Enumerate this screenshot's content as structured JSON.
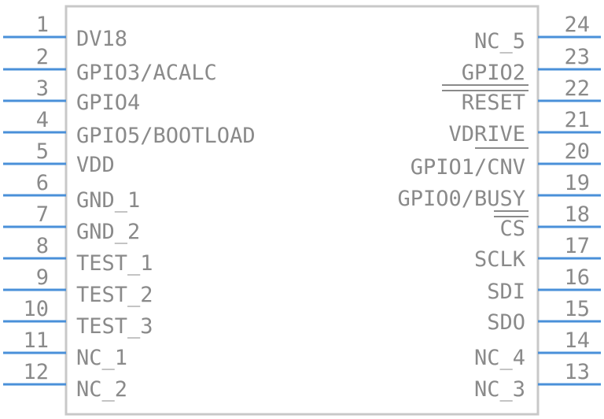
{
  "component": {
    "body_color": "#c8c8c8",
    "pin_color": "#4a90d9",
    "text_color": "#8a8a8a",
    "overbar_color": "#8a8a8a"
  },
  "left_pins": [
    {
      "number": "1",
      "label": "DV18"
    },
    {
      "number": "2",
      "label": "GPIO3/ACALC"
    },
    {
      "number": "3",
      "label": "GPIO4"
    },
    {
      "number": "4",
      "label": "GPIO5/BOOTLOAD"
    },
    {
      "number": "5",
      "label": "VDD"
    },
    {
      "number": "6",
      "label": "GND_1"
    },
    {
      "number": "7",
      "label": "GND_2"
    },
    {
      "number": "8",
      "label": "TEST_1"
    },
    {
      "number": "9",
      "label": "TEST_2"
    },
    {
      "number": "10",
      "label": "TEST_3"
    },
    {
      "number": "11",
      "label": "NC_1"
    },
    {
      "number": "12",
      "label": "NC_2"
    }
  ],
  "right_pins": [
    {
      "number": "24",
      "label": "NC_5"
    },
    {
      "number": "23",
      "label": "GPIO2"
    },
    {
      "number": "22",
      "label": "RESET"
    },
    {
      "number": "21",
      "label": "VDRIVE"
    },
    {
      "number": "20",
      "label": "GPIO1/CNV"
    },
    {
      "number": "19",
      "label": "GPIO0/BUSY"
    },
    {
      "number": "18",
      "label": "CS"
    },
    {
      "number": "17",
      "label": "SCLK"
    },
    {
      "number": "16",
      "label": "SDI"
    },
    {
      "number": "15",
      "label": "SDO"
    },
    {
      "number": "14",
      "label": "NC_4"
    },
    {
      "number": "13",
      "label": "NC_3"
    }
  ]
}
